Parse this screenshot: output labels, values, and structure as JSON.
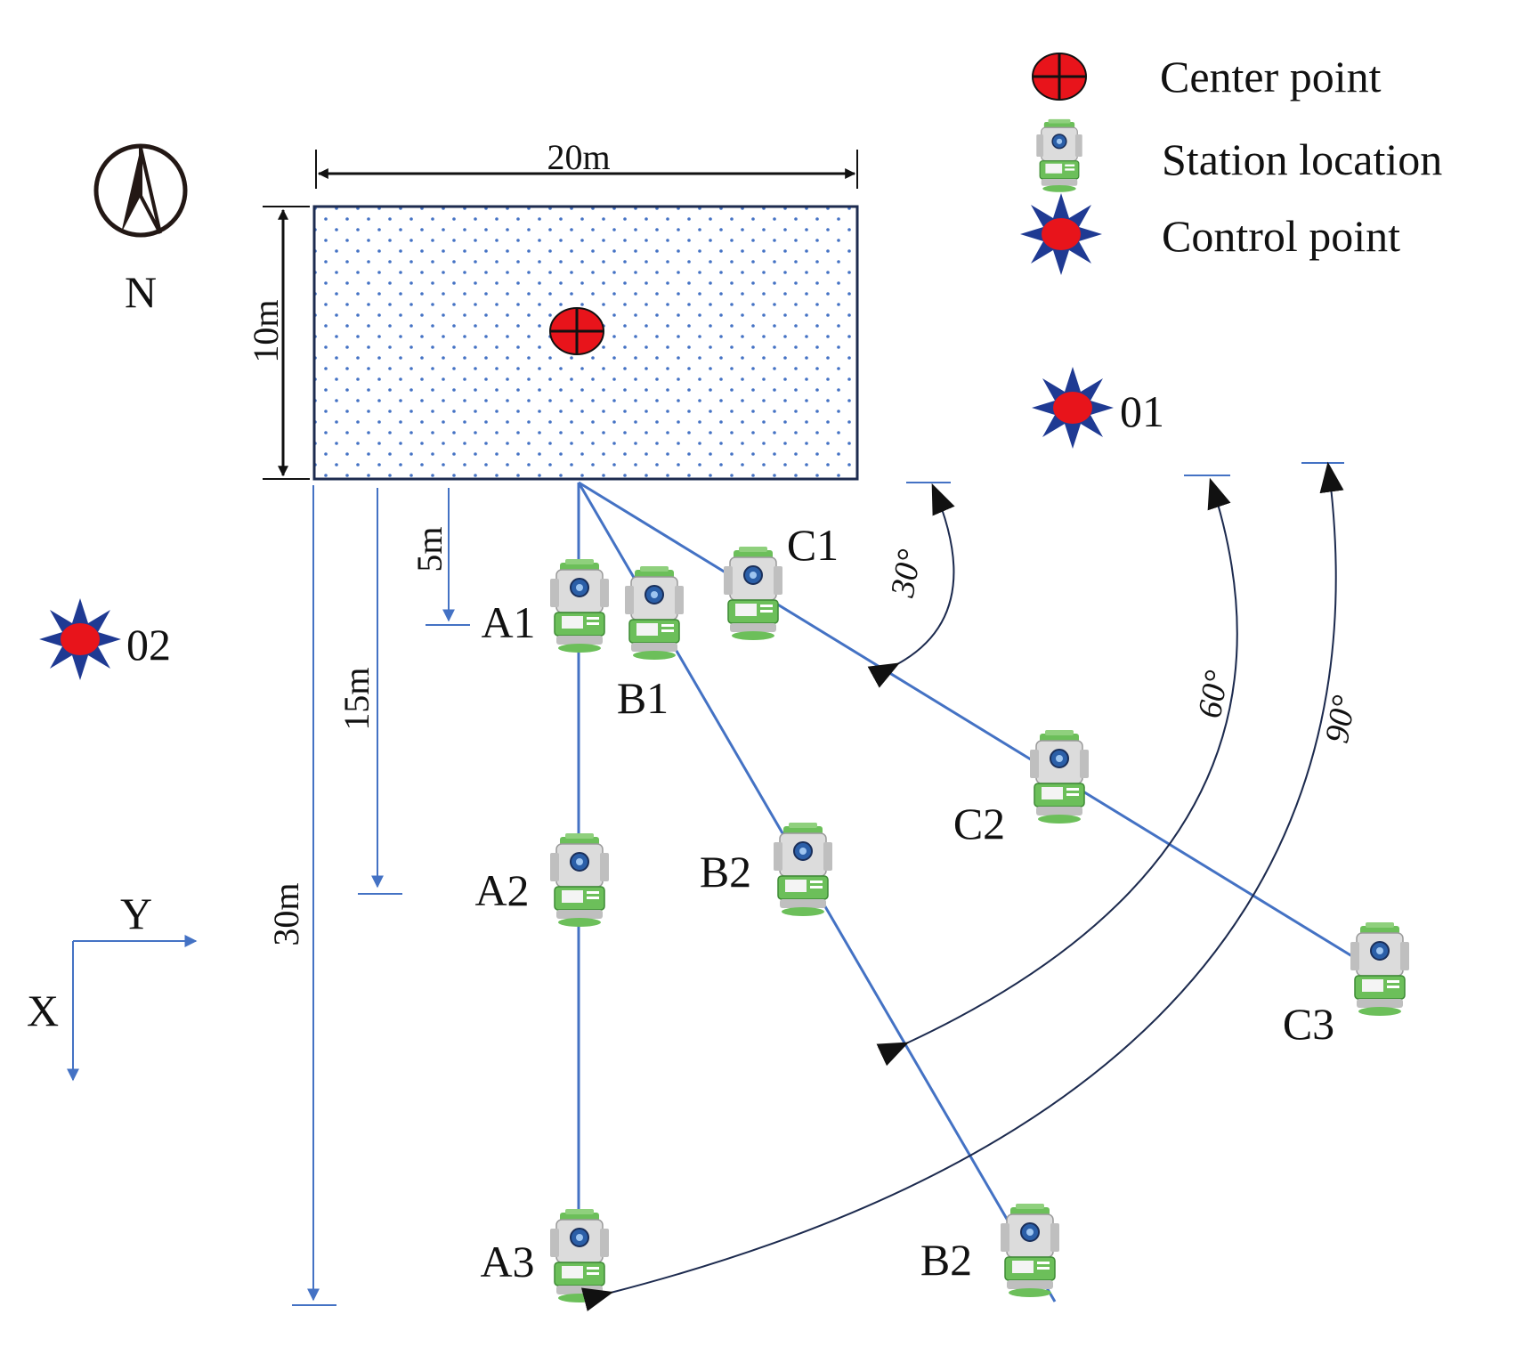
{
  "legend": {
    "center_point": "Center point",
    "station_location": "Station location",
    "control_point": "Control point"
  },
  "north": {
    "label": "N"
  },
  "axes": {
    "x_label": "X",
    "y_label": "Y"
  },
  "site": {
    "width_label": "20m",
    "height_label": "10m"
  },
  "distances": {
    "d5": "5m",
    "d15": "15m",
    "d30": "30m"
  },
  "angles": {
    "a30": "30°",
    "a60": "60°",
    "a90": "90°"
  },
  "control_points": {
    "cp01": "01",
    "cp02": "02"
  },
  "stations": {
    "A1": "A1",
    "A2": "A2",
    "A3": "A3",
    "B1": "B1",
    "B2": "B2",
    "B3": "B2",
    "C1": "C1",
    "C2": "C2",
    "C3": "C3"
  },
  "colors": {
    "line_blue": "#4472c4",
    "center_red": "#e8141b",
    "control_star": "#1f3a93",
    "station_green": "#5cb85c",
    "pattern_dot": "#4472c4"
  },
  "icons": {
    "north": "north-arrow-icon",
    "center": "crosshair-target-icon",
    "station": "total-station-icon",
    "control": "star-control-point-icon"
  }
}
